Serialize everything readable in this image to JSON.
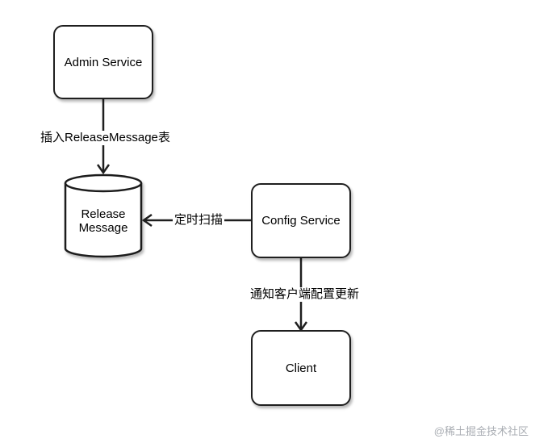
{
  "nodes": {
    "admin_service": "Admin Service",
    "release_message_line1": "Release",
    "release_message_line2": "Message",
    "config_service": "Config Service",
    "client": "Client"
  },
  "edges": {
    "admin_to_db": "插入ReleaseMessage表",
    "config_to_db": "定时扫描",
    "config_to_client": "通知客户端配置更新"
  },
  "watermark": "@稀土掘金技术社区",
  "colors": {
    "stroke": "#1f1f1f",
    "background": "#ffffff",
    "watermark": "#a9adb3"
  }
}
